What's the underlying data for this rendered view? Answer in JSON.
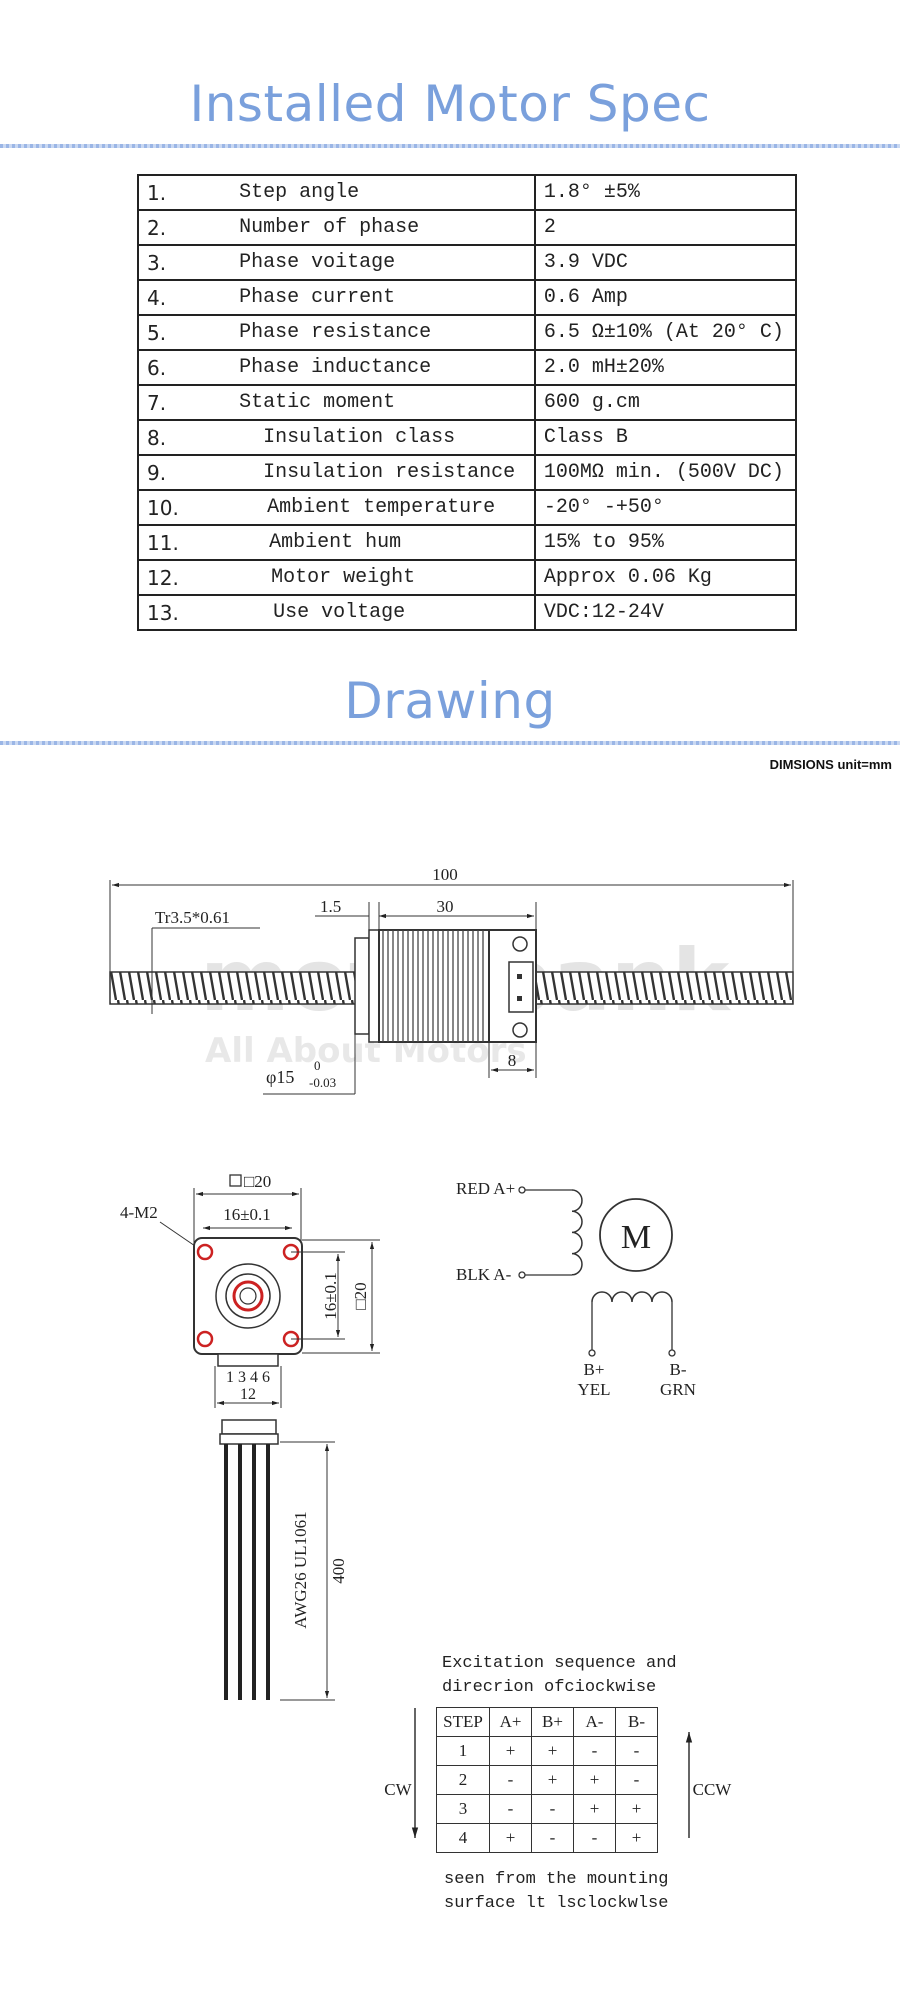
{
  "sections": {
    "spec_title": "Installed Motor Spec",
    "drawing_title": "Drawing"
  },
  "spec_rows": [
    {
      "num": "1.",
      "param": "Step angle",
      "value": "1.8° ±5%"
    },
    {
      "num": "2.",
      "param": "Number of phase",
      "value": "2"
    },
    {
      "num": "3.",
      "param": "Phase voitage",
      "value": "3.9 VDC"
    },
    {
      "num": "4.",
      "param": "Phase current",
      "value": "0.6 Amp"
    },
    {
      "num": "5.",
      "param": "Phase resistance",
      "value": "6.5 Ω±10% (At 20° C)"
    },
    {
      "num": "6.",
      "param": "Phase inductance",
      "value": "2.0 mH±20%"
    },
    {
      "num": "7.",
      "param": "Static moment",
      "value": "600 g.cm"
    },
    {
      "num": "8.",
      "param": "Insulation class",
      "value": "Class B"
    },
    {
      "num": "9.",
      "param": "Insulation resistance",
      "value": "100MΩ min. (500V DC)"
    },
    {
      "num": "10.",
      "param": "Ambient temperature",
      "value": "-20° -+50°"
    },
    {
      "num": "11.",
      "param": "Ambient hum",
      "value": "15% to 95%"
    },
    {
      "num": "12.",
      "param": "Motor weight",
      "value": "Approx 0.06 Kg"
    },
    {
      "num": "13.",
      "param": "Use voltage",
      "value": "VDC:12-24V"
    }
  ],
  "drawing": {
    "units_note": "DIMSIONS  unit=mm",
    "side_view": {
      "total_length": "100",
      "thread": "Tr3.5*0.61",
      "flange": "1.5",
      "body_length": "30",
      "connector": "8",
      "boss_diameter": "φ15",
      "tol_upper": "0",
      "tol_lower": "-0.03"
    },
    "front_view": {
      "holes": "4-M2",
      "square_top": "□20",
      "hole_pitch_h": "16±0.1",
      "hole_pitch_v": "16±0.1",
      "square_side": "□20",
      "pins": "1 3 4 6",
      "connector_width": "12",
      "wire_label": "AWG26 UL1061",
      "wire_length": "400"
    },
    "wiring": {
      "a_plus": "RED A+",
      "a_minus": "BLK A-",
      "motor": "M",
      "b_plus": "B+",
      "b_plus_color": "YEL",
      "b_minus": "B-",
      "b_minus_color": "GRN"
    },
    "watermark": {
      "brand": "motorbank",
      "tagline": "All About Motors"
    }
  },
  "sequence": {
    "caption_line1": "Excitation sequence and",
    "caption_line2": "direcrion ofciockwise",
    "headers": [
      "STEP",
      "A+",
      "B+",
      "A-",
      "B-"
    ],
    "rows": [
      [
        "1",
        "+",
        "+",
        "-",
        "-"
      ],
      [
        "2",
        "-",
        "+",
        "+",
        "-"
      ],
      [
        "3",
        "-",
        "-",
        "+",
        "+"
      ],
      [
        "4",
        "+",
        "-",
        "-",
        "+"
      ]
    ],
    "cw": "CW",
    "ccw": "CCW",
    "footer_line1": "seen from the mounting",
    "footer_line2": "surface lt lsclockwlse"
  }
}
